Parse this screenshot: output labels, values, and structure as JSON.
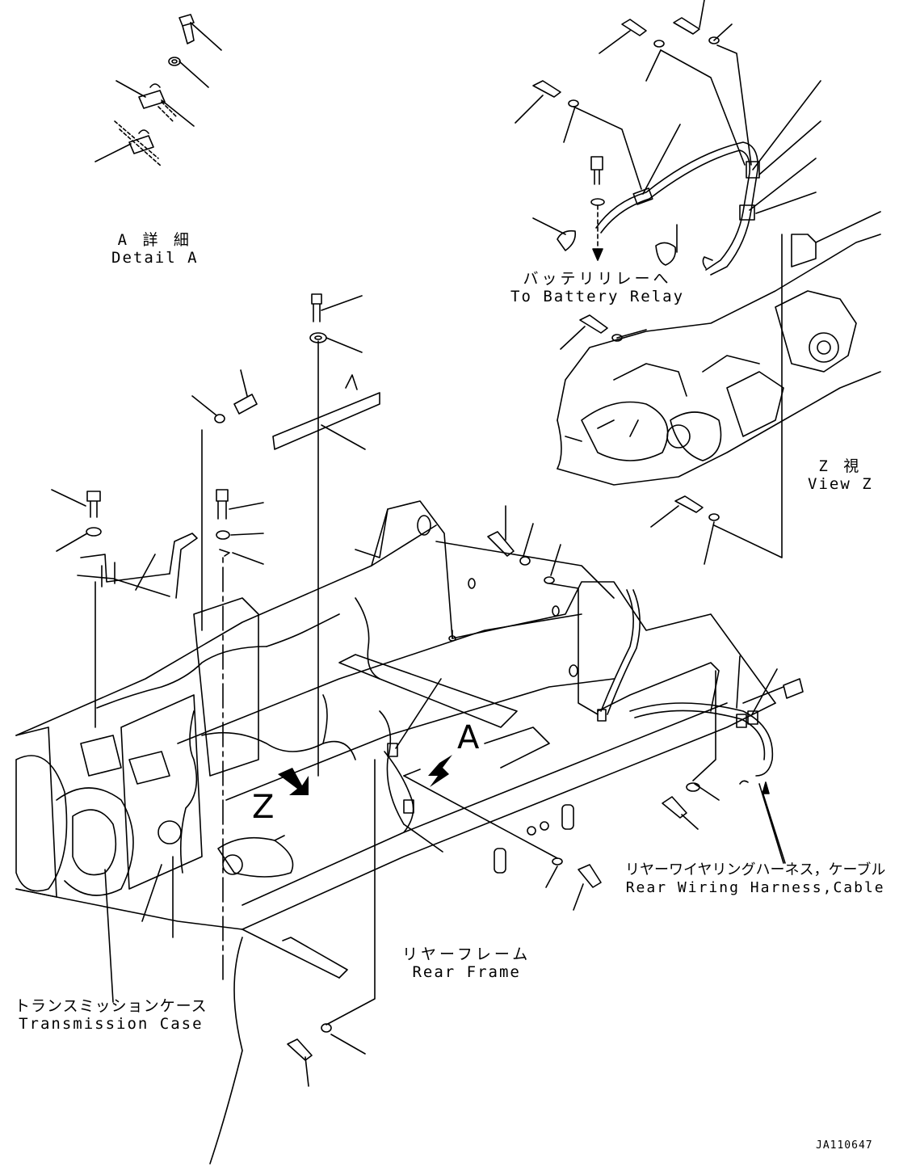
{
  "detail_a": {
    "jp": "A 詳 細",
    "en": "Detail A"
  },
  "battery_relay": {
    "jp": "バッテリリレーへ",
    "en": "To Battery Relay"
  },
  "view_z": {
    "jp": "Z 視",
    "en": "View Z"
  },
  "rear_wiring": {
    "jp": "リヤーワイヤリングハーネス，ケーブル",
    "en": "Rear Wiring Harness,Cable"
  },
  "rear_frame": {
    "jp": "リヤーフレーム",
    "en": "Rear Frame"
  },
  "transmission_case": {
    "jp": "トランスミッションケース",
    "en": "Transmission Case"
  },
  "view_letters": {
    "a": "A",
    "z": "Z"
  },
  "figure_id": "JA110647"
}
